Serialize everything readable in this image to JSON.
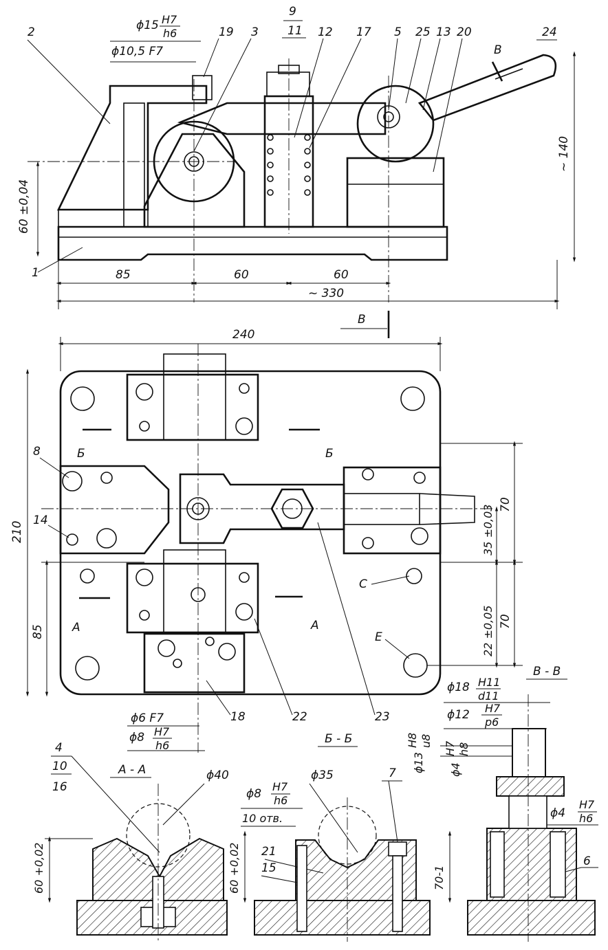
{
  "top_view": {
    "part_numbers": [
      "2",
      "19",
      "3",
      "9",
      "11",
      "12",
      "17",
      "5",
      "25",
      "13",
      "20",
      "24",
      "1"
    ],
    "dims": {
      "d15": "ϕ15",
      "d15_fit_top": "H7",
      "d15_fit_bottom": "h6",
      "d105": "ϕ10,5 F7",
      "h60": "60 ±0,04",
      "h140": "~ 140",
      "x85": "85",
      "x60a": "60",
      "x60b": "60",
      "total": "~ 330"
    },
    "view_letter": "B"
  },
  "plan_view": {
    "width": "240",
    "height": "210",
    "h85": "85",
    "v70a": "70",
    "v35": "35 ±0,03",
    "v22": "22 ±0,05",
    "v70b": "70",
    "section_marks": [
      "Б",
      "Б",
      "A",
      "A"
    ],
    "view_B": "B",
    "holes": [
      "C",
      "E"
    ],
    "part_numbers": [
      "8",
      "14",
      "18",
      "22",
      "23"
    ],
    "d6": "ϕ6 F7",
    "d8": "ϕ8",
    "d8_fit_top": "H7",
    "d8_fit_bottom": "h6"
  },
  "sections": {
    "aa": {
      "title": "A - A",
      "num_top": "4",
      "num_mid": "10",
      "num_bot": "16",
      "d40": "ϕ40",
      "h60": "60 +0,02"
    },
    "bb": {
      "title": "Б - Б",
      "d8": "ϕ8",
      "d8_fit_top": "H7",
      "d8_fit_bottom": "h6",
      "holes": "10 отв.",
      "d35": "ϕ35",
      "num7": "7",
      "num21": "21",
      "num15": "15",
      "h60": "60 +0,02"
    },
    "vv": {
      "title": "B - B",
      "d18": "ϕ18",
      "d18_fit_top": "H11",
      "d18_fit_bottom": "d11",
      "d12": "ϕ12",
      "d12_fit_top": "H7",
      "d12_fit_bottom": "p6",
      "d13": "ϕ13",
      "d13_fit_top": "H8",
      "d13_fit_bottom": "u8",
      "d4a": "ϕ4",
      "d4a_fit_top": "H7",
      "d4a_fit_bottom": "h8",
      "d4b": "ϕ4",
      "d4b_fit_top": "H7",
      "d4b_fit_bottom": "h6",
      "h70": "70-1",
      "num6": "6"
    }
  }
}
